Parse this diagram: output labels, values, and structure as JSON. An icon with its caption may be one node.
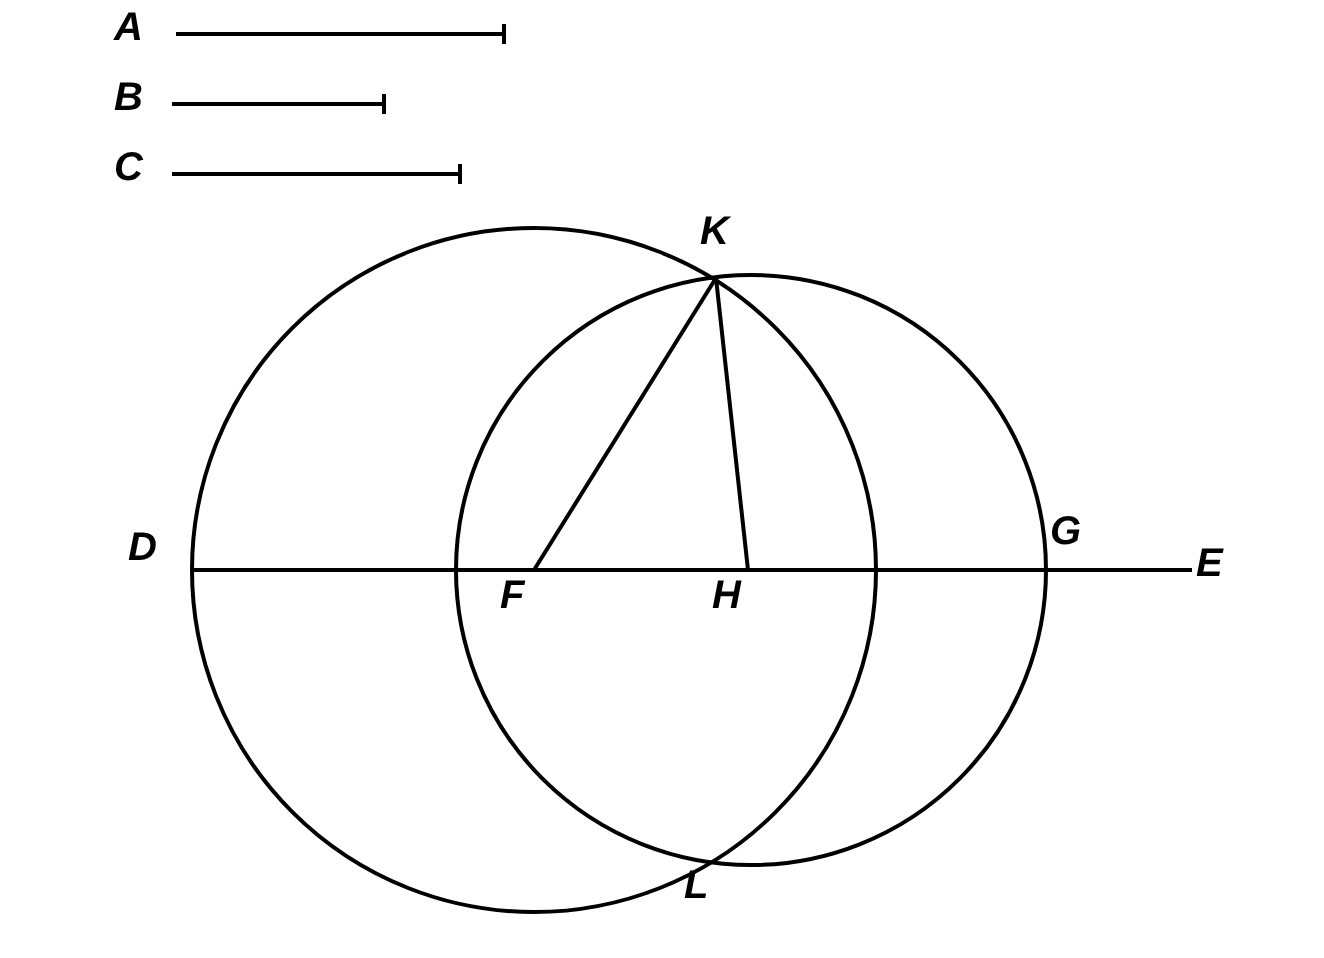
{
  "diagram": {
    "labels": [
      "A",
      "B",
      "C",
      "K",
      "D",
      "G",
      "E",
      "F",
      "H",
      "L"
    ]
  }
}
